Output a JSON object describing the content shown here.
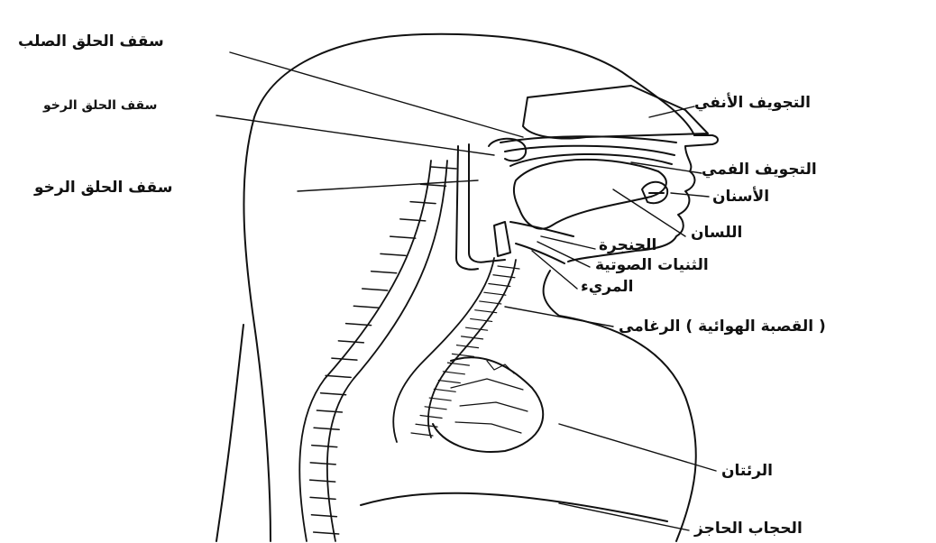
{
  "labels": {
    "hard_palate": "سقف الحلق الصلب",
    "soft_palate": "سقف الحلق الرخو",
    "soft_palate_2": "سقف الحلق الرخو",
    "nasal_cavity": "التجويف الأنفي",
    "oral_cavity": "التجويف الفمي",
    "teeth": "الأسنان",
    "tongue": "اللسان",
    "larynx": "الحنجرة",
    "vocal_folds": "الثنيات الصوتية",
    "esophagus": "المريء",
    "trachea": "( القصبة الهوائية ) الرغامى",
    "lungs": "الرئتان",
    "diaphragm": "الحجاب الحاجز"
  },
  "colors": {
    "line": "#111111",
    "background": "#ffffff"
  }
}
